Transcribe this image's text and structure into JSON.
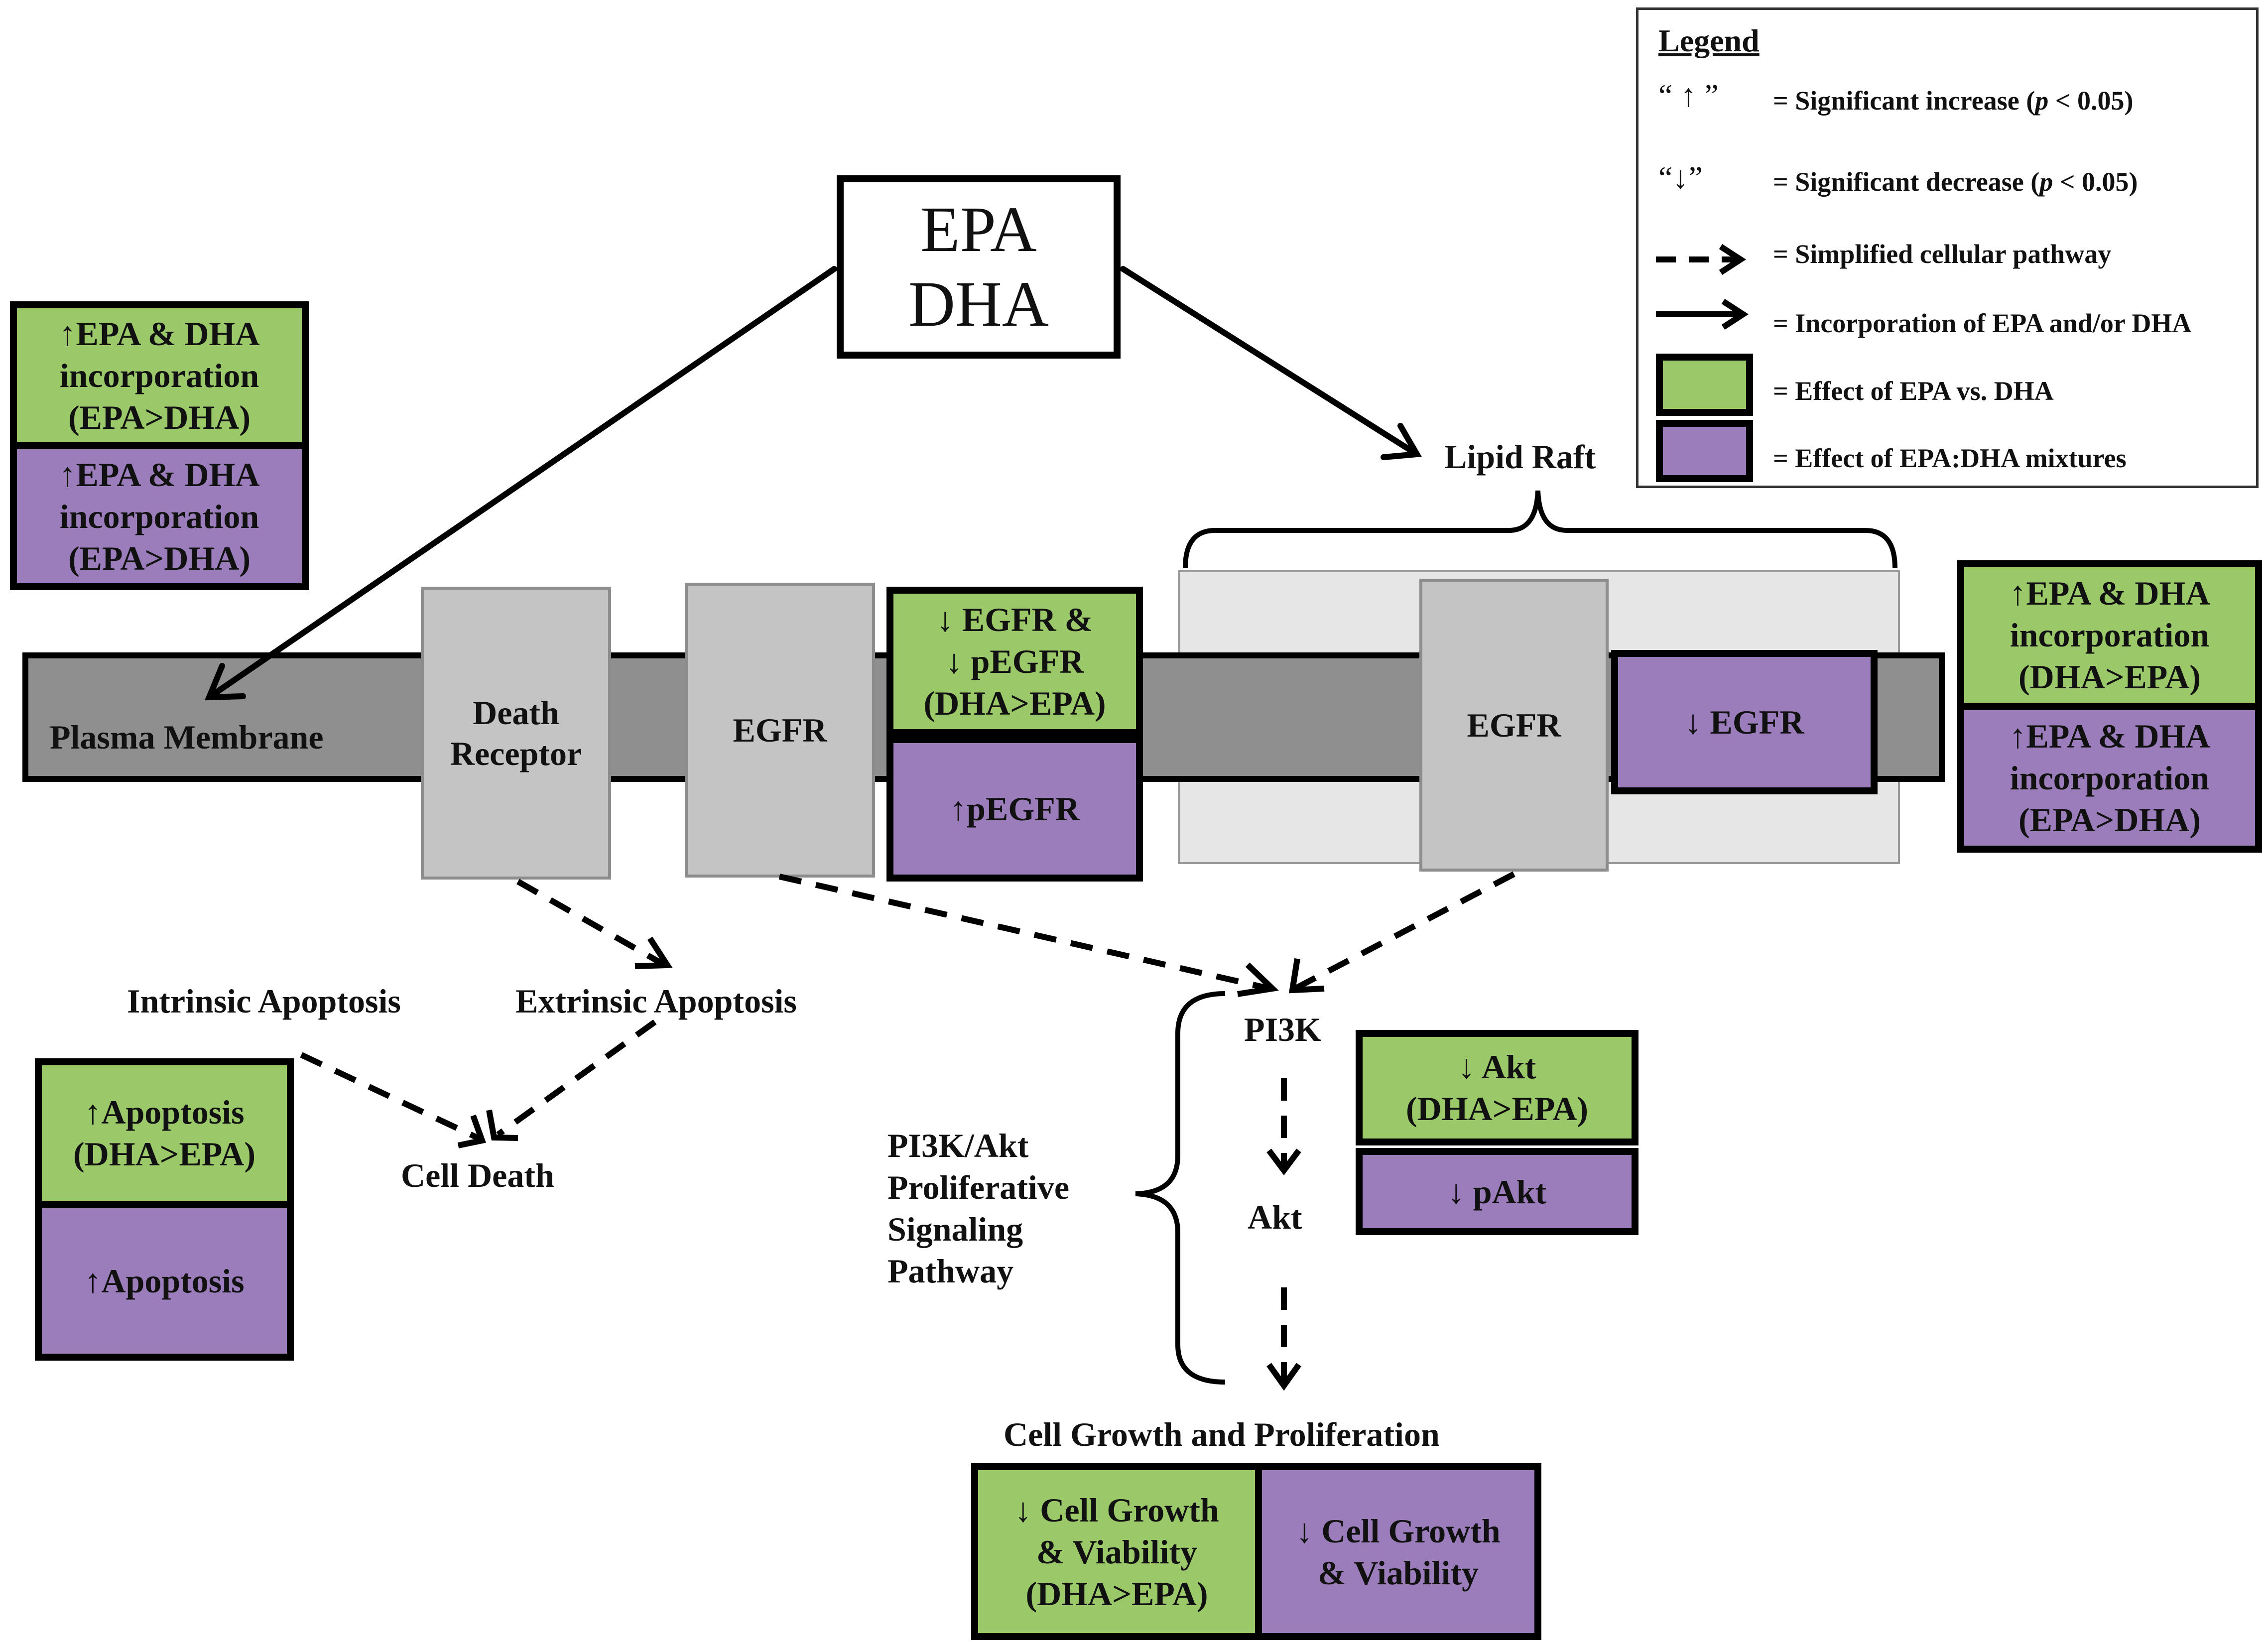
{
  "main_box": {
    "line1": "EPA",
    "line2": "DHA"
  },
  "membrane": {
    "label": "Plasma Membrane"
  },
  "death_receptor": {
    "label": "Death\nReceptor"
  },
  "egfr_left": {
    "label": "EGFR"
  },
  "egfr_raft": {
    "label": "EGFR"
  },
  "lipid_raft": {
    "label": "Lipid Raft"
  },
  "effects": {
    "membrane_green": "↑EPA & DHA\nincorporation\n(EPA>DHA)",
    "membrane_purple": "↑EPA & DHA\nincorporation\n(EPA>DHA)",
    "egfr_green": "↓ EGFR &\n↓ pEGFR\n(DHA>EPA)",
    "egfr_purple": "↑pEGFR",
    "raft_purple": "↓ EGFR",
    "raft_green": "↑EPA & DHA\nincorporation\n(DHA>EPA)",
    "raft_purple2": "↑EPA & DHA\nincorporation\n(EPA>DHA)",
    "apoptosis_green": "↑Apoptosis\n(DHA>EPA)",
    "apoptosis_purple": "↑Apoptosis",
    "akt_green": "↓ Akt\n(DHA>EPA)",
    "akt_purple": "↓ pAkt",
    "growth_green": "↓ Cell Growth\n& Viability\n(DHA>EPA)",
    "growth_purple": "↓ Cell Growth\n& Viability"
  },
  "pathway": {
    "intrinsic": "Intrinsic Apoptosis",
    "extrinsic": "Extrinsic Apoptosis",
    "cell_death": "Cell Death",
    "pi3k": "PI3K",
    "akt": "Akt",
    "brace_label": "PI3K/Akt\nProliferative\nSignaling\nPathway",
    "growth": "Cell Growth and Proliferation"
  },
  "legend": {
    "title": "Legend",
    "up_symbol": "“ ↑ ”",
    "up_text_pre": "= Significant increase (",
    "up_p": "p",
    "up_text_post": " < 0.05)",
    "down_symbol": "“↓”",
    "down_text_pre": "= Significant decrease (",
    "down_p": "p",
    "down_text_post": " < 0.05)",
    "dashed_text": "= Simplified cellular pathway",
    "solid_text": "= Incorporation of EPA and/or DHA",
    "green_text": "= Effect of EPA vs. DHA",
    "purple_text": "= Effect of EPA:DHA mixtures"
  },
  "colors": {
    "green": "#9bc96a",
    "purple": "#9a7dba",
    "membrane": "#8f8f8f",
    "raft": "#e6e6e6",
    "protein": "#c4c4c4"
  }
}
